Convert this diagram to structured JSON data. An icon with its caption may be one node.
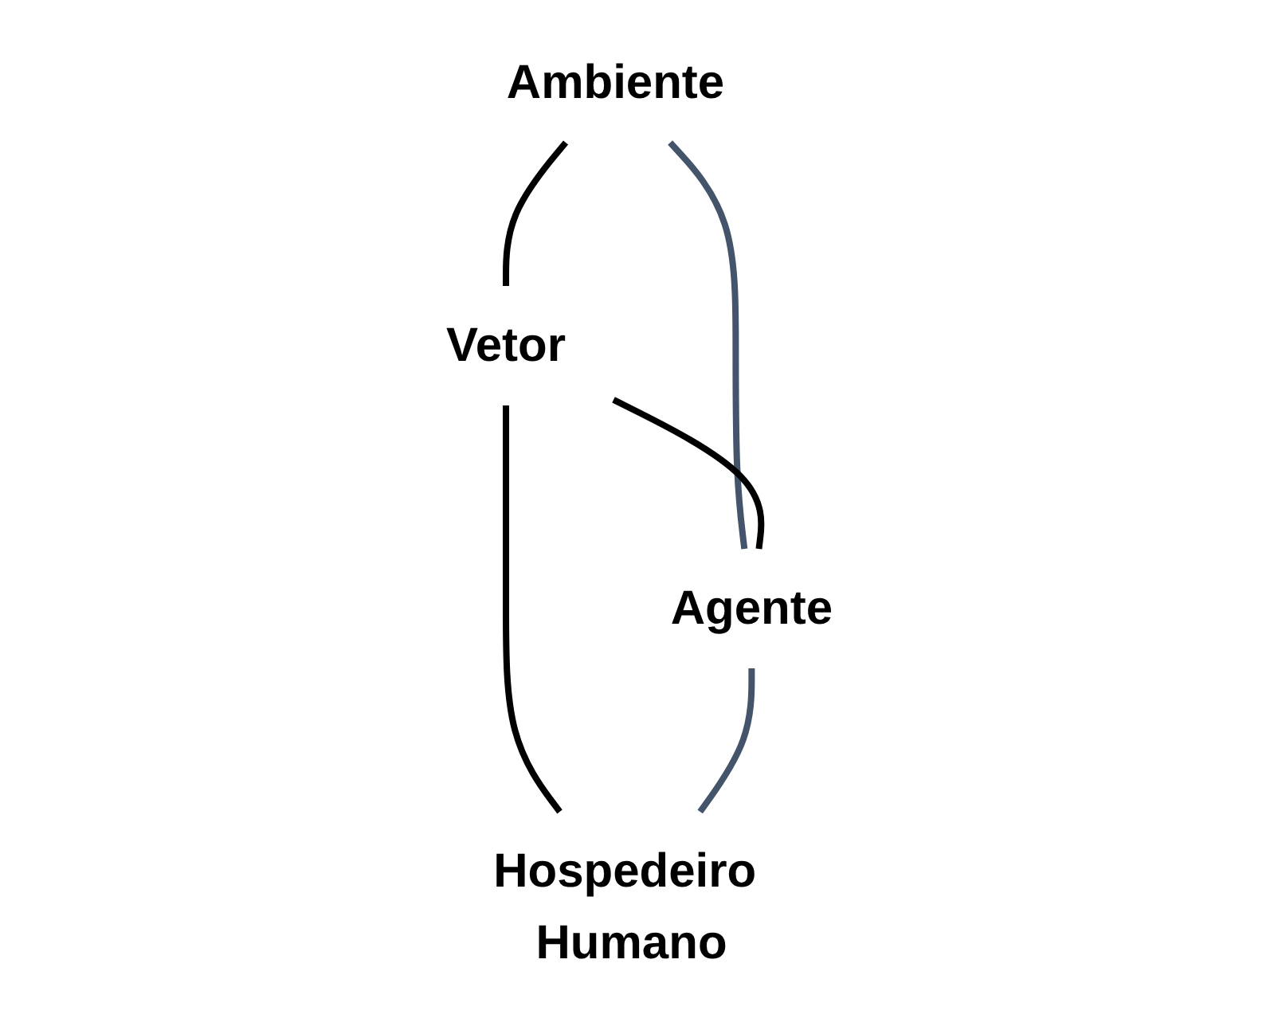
{
  "diagram": {
    "nodes": [
      {
        "text": [
          "Ambiente"
        ]
      },
      {
        "text": [
          "Vetor"
        ]
      },
      {
        "text": [
          "Agente"
        ]
      },
      {
        "text": [
          "Hospedeiro Humano"
        ]
      }
    ],
    "edges": [
      {
        "from": 0,
        "to": 1,
        "arrow": "none"
      },
      {
        "from": 0,
        "to": 2,
        "arrow": "none",
        "color": "#44546a"
      },
      {
        "from": 1,
        "to": 2,
        "arrow": "none"
      },
      {
        "from": 1,
        "to": 3,
        "arrow": "none"
      },
      {
        "from": 2,
        "to": 3,
        "arrow": "none",
        "color": "#44546a"
      }
    ]
  }
}
